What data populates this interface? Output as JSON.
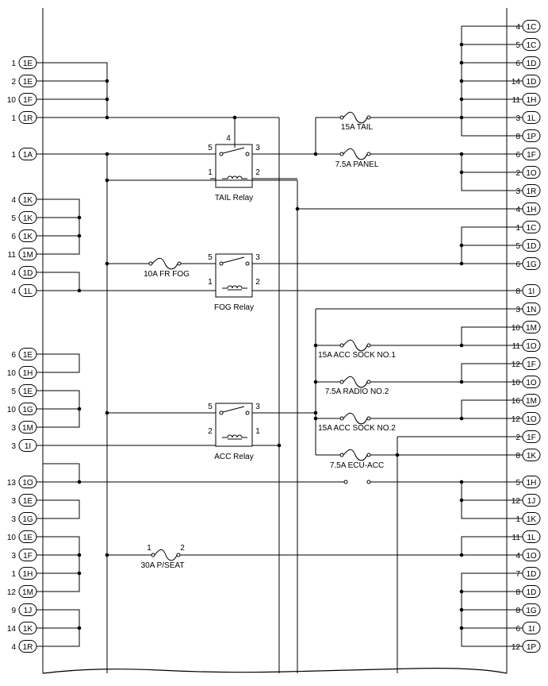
{
  "left_terminals": [
    {
      "pin": "1",
      "conn": "1E"
    },
    {
      "pin": "2",
      "conn": "1E"
    },
    {
      "pin": "10",
      "conn": "1F"
    },
    {
      "pin": "1",
      "conn": "1R"
    },
    {
      "pin": "1",
      "conn": "1A"
    },
    {
      "pin": "4",
      "conn": "1K"
    },
    {
      "pin": "5",
      "conn": "1K"
    },
    {
      "pin": "6",
      "conn": "1K"
    },
    {
      "pin": "11",
      "conn": "1M"
    },
    {
      "pin": "4",
      "conn": "1D"
    },
    {
      "pin": "4",
      "conn": "1L"
    },
    {
      "pin": "6",
      "conn": "1E"
    },
    {
      "pin": "10",
      "conn": "1H"
    },
    {
      "pin": "5",
      "conn": "1E"
    },
    {
      "pin": "10",
      "conn": "1G"
    },
    {
      "pin": "3",
      "conn": "1M"
    },
    {
      "pin": "3",
      "conn": "1I"
    },
    {
      "pin": "13",
      "conn": "1O"
    },
    {
      "pin": "3",
      "conn": "1E"
    },
    {
      "pin": "3",
      "conn": "1G"
    },
    {
      "pin": "10",
      "conn": "1E"
    },
    {
      "pin": "3",
      "conn": "1F"
    },
    {
      "pin": "1",
      "conn": "1H"
    },
    {
      "pin": "12",
      "conn": "1M"
    },
    {
      "pin": "9",
      "conn": "1J"
    },
    {
      "pin": "14",
      "conn": "1K"
    },
    {
      "pin": "4",
      "conn": "1R"
    }
  ],
  "right_terminals": [
    {
      "pin": "4",
      "conn": "1C"
    },
    {
      "pin": "5",
      "conn": "1C"
    },
    {
      "pin": "6",
      "conn": "1D"
    },
    {
      "pin": "14",
      "conn": "1D"
    },
    {
      "pin": "11",
      "conn": "1H"
    },
    {
      "pin": "3",
      "conn": "1L"
    },
    {
      "pin": "8",
      "conn": "1P"
    },
    {
      "pin": "6",
      "conn": "1F"
    },
    {
      "pin": "2",
      "conn": "1O"
    },
    {
      "pin": "3",
      "conn": "1R"
    },
    {
      "pin": "4",
      "conn": "1H"
    },
    {
      "pin": "1",
      "conn": "1C"
    },
    {
      "pin": "5",
      "conn": "1D"
    },
    {
      "pin": "6",
      "conn": "1G"
    },
    {
      "pin": "8",
      "conn": "1I"
    },
    {
      "pin": "3",
      "conn": "1N"
    },
    {
      "pin": "10",
      "conn": "1M"
    },
    {
      "pin": "11",
      "conn": "1O"
    },
    {
      "pin": "12",
      "conn": "1F"
    },
    {
      "pin": "10",
      "conn": "1O"
    },
    {
      "pin": "16",
      "conn": "1M"
    },
    {
      "pin": "12",
      "conn": "1O"
    },
    {
      "pin": "2",
      "conn": "1F"
    },
    {
      "pin": "8",
      "conn": "1K"
    },
    {
      "pin": "5",
      "conn": "1H"
    },
    {
      "pin": "12",
      "conn": "1J"
    },
    {
      "pin": "1",
      "conn": "1K"
    },
    {
      "pin": "11",
      "conn": "1L"
    },
    {
      "pin": "4",
      "conn": "1O"
    },
    {
      "pin": "7",
      "conn": "1D"
    },
    {
      "pin": "8",
      "conn": "1D"
    },
    {
      "pin": "8",
      "conn": "1G"
    },
    {
      "pin": "6",
      "conn": "1I"
    },
    {
      "pin": "12",
      "conn": "1P"
    }
  ],
  "fuses": [
    {
      "label": "15A TAIL"
    },
    {
      "label": "7.5A PANEL"
    },
    {
      "label": "10A FR FOG"
    },
    {
      "label": "15A ACC SOCK NO.1"
    },
    {
      "label": "7.5A RADIO NO.2"
    },
    {
      "label": "15A ACC SOCK NO.2"
    },
    {
      "label": "7.5A ECU-ACC"
    },
    {
      "label": "30A P/SEAT",
      "pin_a": "1",
      "pin_b": "2"
    }
  ],
  "relays": [
    {
      "label": "TAIL Relay",
      "sw_pins": [
        "5",
        "3"
      ],
      "coil_pins": [
        "1",
        "2"
      ],
      "top_pin": "4"
    },
    {
      "label": "FOG Relay",
      "sw_pins": [
        "5",
        "3"
      ],
      "coil_pins": [
        "1",
        "2"
      ]
    },
    {
      "label": "ACC Relay",
      "sw_pins": [
        "5",
        "3"
      ],
      "coil_pins": [
        "2",
        "1"
      ]
    }
  ]
}
